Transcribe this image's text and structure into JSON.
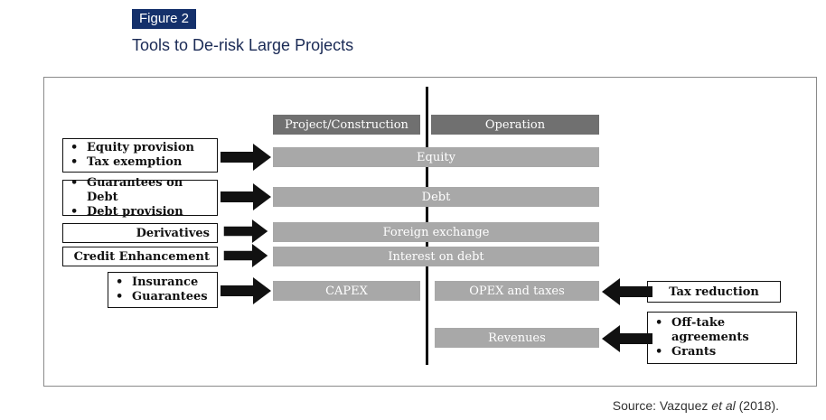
{
  "figure": {
    "tag": "Figure 2",
    "title": "Tools to De-risk Large Projects"
  },
  "phases": {
    "construction": "Project/Construction",
    "operation": "Operation"
  },
  "risk_bars": {
    "equity": "Equity",
    "debt": "Debt",
    "foreign_exchange": "Foreign exchange",
    "interest_on_debt": "Interest on debt",
    "capex": "CAPEX",
    "opex": "OPEX and taxes",
    "revenues": "Revenues"
  },
  "tools": {
    "equity_box": [
      "Equity provision",
      "Tax exemption"
    ],
    "debt_box": [
      "Guarantees on Debt",
      "Debt provision"
    ],
    "fx_box": "Derivatives",
    "interest_box": "Credit Enhancement",
    "capex_box": [
      "Insurance",
      "Guarantees"
    ],
    "opex_box": "Tax reduction",
    "revenues_box": [
      "Off-take agreements",
      "Grants"
    ]
  },
  "source": {
    "prefix": "Source: Vazquez ",
    "emph": "et al",
    "suffix": " (2018)."
  },
  "colors": {
    "tag_bg": "#14306b",
    "bar_light": "#a8a8a8",
    "bar_dark": "#707070",
    "arrow": "#111111"
  }
}
